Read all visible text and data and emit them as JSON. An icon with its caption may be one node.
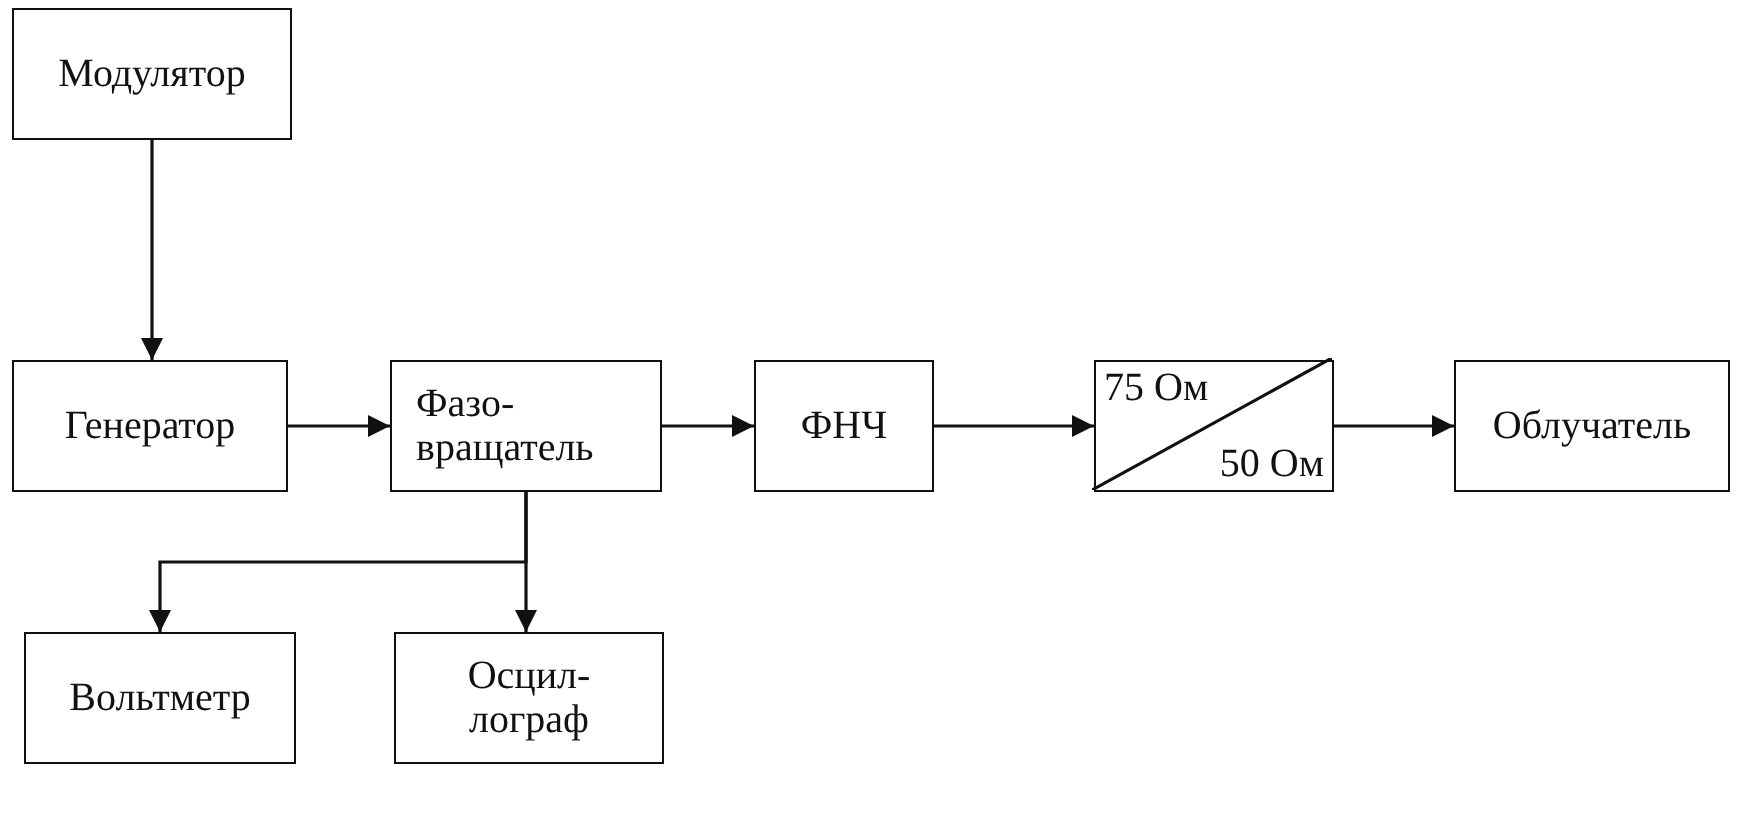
{
  "diagram": {
    "nodes": [
      {
        "text": [
          "Модулятор"
        ]
      },
      {
        "text": [
          "Генератор"
        ]
      },
      {
        "text": [
          "Фазо- вращатель"
        ]
      },
      {
        "text": [
          "ФНЧ"
        ]
      },
      {
        "text": [
          "75 Ом",
          "50 Ом"
        ]
      },
      {
        "text": [
          "Облучатель"
        ]
      },
      {
        "text": [
          "Вольтметр"
        ]
      },
      {
        "text": [
          "Осцил- лограф"
        ]
      }
    ],
    "edges": [
      {
        "from": 0,
        "to": 1,
        "arrow": "to"
      },
      {
        "from": 1,
        "to": 2,
        "arrow": "to"
      },
      {
        "from": 2,
        "to": 3,
        "arrow": "to"
      },
      {
        "from": 3,
        "to": 4,
        "arrow": "to"
      },
      {
        "from": 4,
        "to": 5,
        "arrow": "to"
      },
      {
        "from": 2,
        "to": 6,
        "arrow": "to"
      },
      {
        "from": 2,
        "to": 7,
        "arrow": "to"
      }
    ]
  }
}
